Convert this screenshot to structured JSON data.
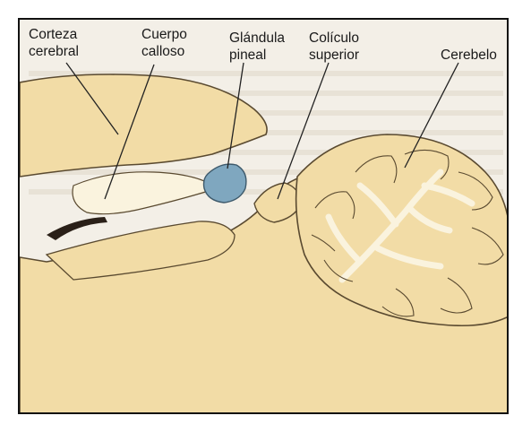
{
  "figure": {
    "labels": {
      "corteza": "Corteza\ncerebral",
      "cuerpo": "Cuerpo\ncalloso",
      "glandula": "Glándula\npineal",
      "coliculo": "Colículo\nsuperior",
      "cerebelo": "Cerebelo"
    },
    "colors": {
      "tissue": "#f2dca6",
      "white_matter": "#faf3de",
      "outline": "#5a4a30",
      "pineal": "#7fa7bf",
      "background_paper": "#f3efe7",
      "ventricle": "#2a2018"
    }
  }
}
